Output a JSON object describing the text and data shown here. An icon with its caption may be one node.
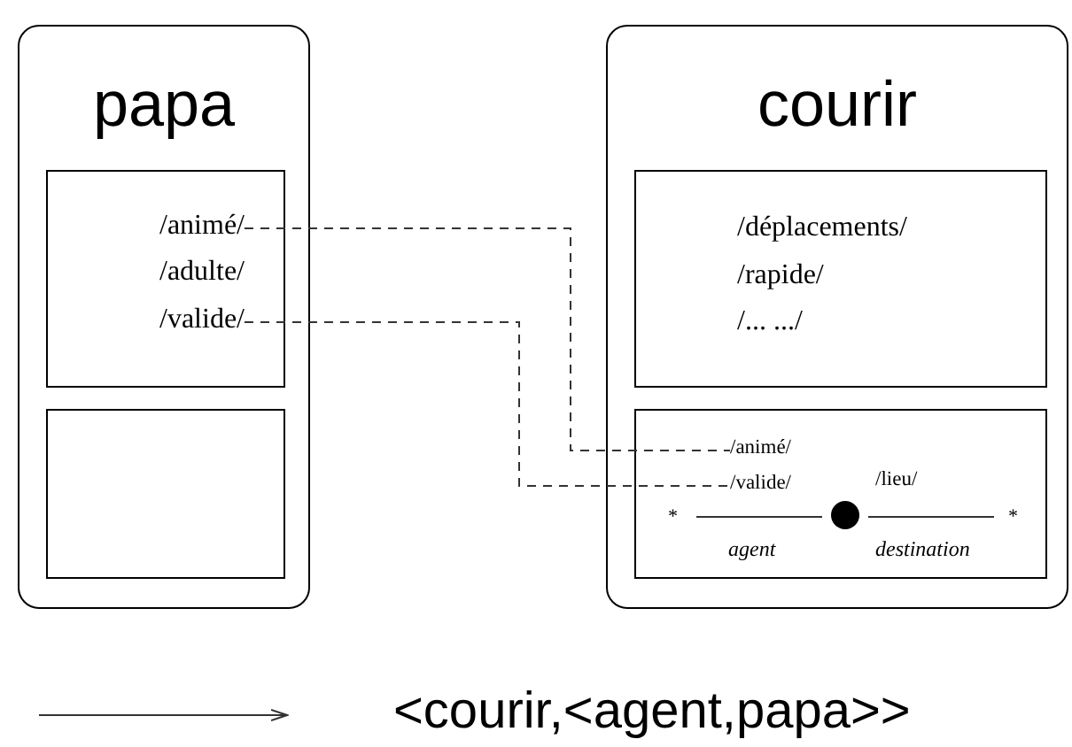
{
  "diagram": {
    "nodes": [
      {
        "text": [
          "papa"
        ]
      },
      {
        "text": [],
        "shape": "box",
        "in": 0
      },
      {
        "text": [
          "/animé/"
        ],
        "in": 1
      },
      {
        "text": [
          "/adulte/"
        ],
        "in": 1
      },
      {
        "text": [
          "/valide/"
        ],
        "in": 1
      },
      {
        "text": [],
        "shape": "box",
        "in": 0
      },
      {
        "text": [
          "courir"
        ]
      },
      {
        "text": [
          "/déplacements/",
          "/rapide/",
          "/... .../"
        ],
        "in": 6
      },
      {
        "text": [],
        "shape": "box",
        "in": 6
      },
      {
        "text": [
          "/animé/"
        ],
        "in": 8
      },
      {
        "text": [
          "/valide/"
        ],
        "in": 8
      },
      {
        "text": [
          "<courir,<agent,papa>>"
        ]
      }
    ],
    "edges": [
      {
        "from": 2,
        "to": 9,
        "arrow": "none",
        "style": "dashed"
      },
      {
        "from": 4,
        "to": 10,
        "arrow": "none",
        "style": "dashed"
      },
      {
        "from": null,
        "to": 11,
        "arrow": "to"
      }
    ],
    "labels": [
      "/lieu/",
      "*",
      "*",
      "agent",
      "destination"
    ]
  }
}
